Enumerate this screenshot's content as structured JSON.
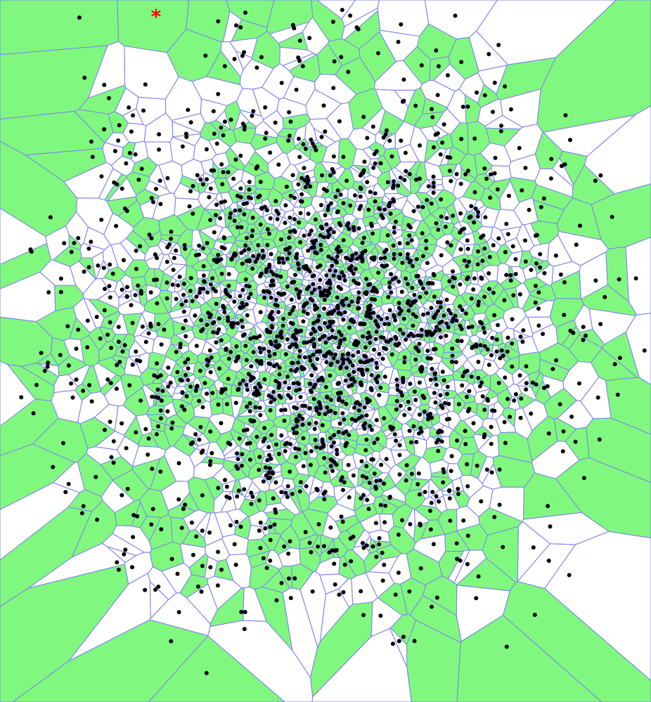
{
  "diagram": {
    "kind": "voronoi-tessellation",
    "point_count": 2000,
    "colors": {
      "background": "#ffffff",
      "edge": "#7f7fef",
      "filled_region": "#80f880",
      "site": "#000000",
      "marker": "#ff0000"
    },
    "marker_glyph": "*",
    "random_seed": 1729
  }
}
